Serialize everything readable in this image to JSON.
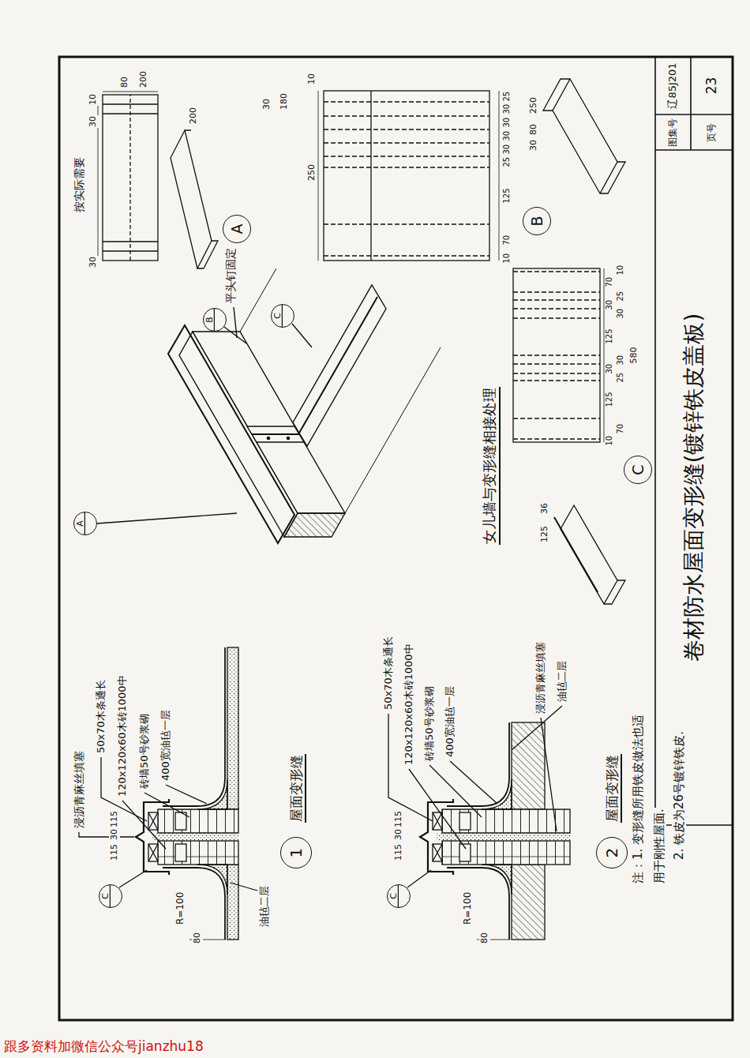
{
  "diagram": {
    "nodes": [
      {
        "text": [
          "卷材防水屋面变形缝(镀锌铁皮盖板)"
        ]
      },
      {
        "text": [
          "图集号"
        ]
      },
      {
        "text": [
          "辽85J201"
        ]
      },
      {
        "text": [
          "页号"
        ]
      },
      {
        "text": [
          "23"
        ]
      },
      {
        "text": [
          "1"
        ]
      },
      {
        "text": [
          "2"
        ]
      },
      {
        "text": [
          "A"
        ]
      },
      {
        "text": [
          "B"
        ]
      },
      {
        "text": [
          "C"
        ]
      },
      {
        "text": [
          "C"
        ]
      },
      {
        "text": [
          "C"
        ]
      },
      {
        "text": [
          "A"
        ]
      },
      {
        "text": [
          "B"
        ]
      },
      {
        "text": [
          "C"
        ]
      }
    ],
    "labels": [
      "浸沥青麻丝填塞",
      "50x70木条通长",
      "120x120x60木砖1000中",
      "砖墙50号砂浆砌",
      "400宽油毡一层",
      "115",
      "30",
      "115",
      "R=100",
      "80",
      "油毡二层",
      "屋面变形缝",
      "50x70木条通长",
      "120x120x60木砖1000中",
      "砖墙50号砂浆砌",
      "400宽油毡一层",
      "115",
      "30",
      "115",
      "R=100",
      "80",
      "浸沥青麻丝填塞",
      "油毡二层",
      "屋面变形缝",
      "注：1. 变形缝所用铁皮做法也适",
      "用于刚性屋面.",
      "2. 铁皮为26号镀锌铁皮.",
      "女儿墙与变形缝相接处理",
      "平头钉固定",
      "按实际需要",
      "30",
      "30",
      "10",
      "80",
      "200",
      "200",
      "30",
      "180",
      "250",
      "10",
      "10",
      "70",
      "125",
      "25",
      "30",
      "30",
      "30",
      "30",
      "25",
      "250",
      "30",
      "80",
      "10",
      "70",
      "125",
      "25",
      "30",
      "30",
      "125",
      "30",
      "30",
      "25",
      "70",
      "10",
      "580",
      "125",
      "36",
      "跟多资料加微信公众号jianzhu18"
    ]
  }
}
